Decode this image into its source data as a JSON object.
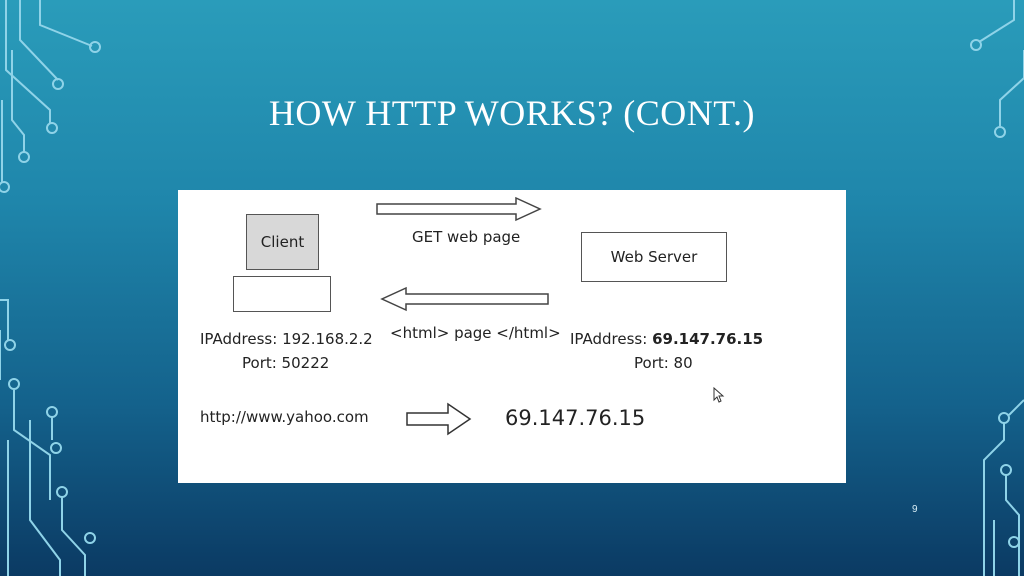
{
  "slide": {
    "title": "HOW HTTP WORKS? (CONT.)",
    "page_number": "9"
  },
  "diagram": {
    "client_label": "Client",
    "server_label": "Web Server",
    "request_label": "GET web page",
    "response_label": "<html> page </html>",
    "client_ip_prefix": "IPAddress: ",
    "client_ip_value": "192.168.2.2",
    "client_port": "Port: 50222",
    "server_ip_prefix": "IPAddress: ",
    "server_ip_value": "69.147.76.15",
    "server_port": "Port: 80",
    "url": "http://www.yahoo.com",
    "resolved_ip": "69.147.76.15"
  },
  "colors": {
    "background_top": "#2a9cba",
    "background_bottom": "#0b3a63",
    "circuit_lines": "#8fd3e8",
    "panel": "#ffffff"
  }
}
